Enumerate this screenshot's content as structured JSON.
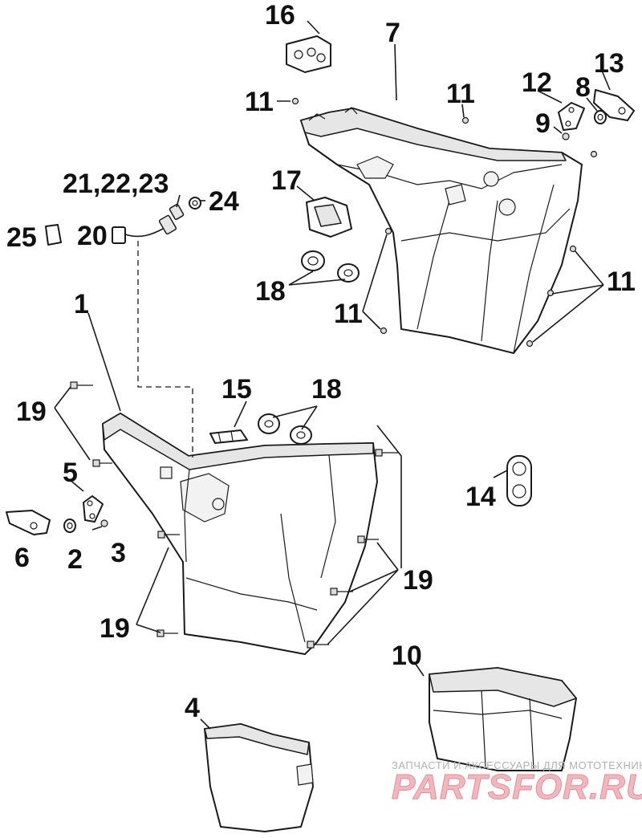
{
  "callouts": [
    {
      "id": "c1",
      "text": "1"
    },
    {
      "id": "c2",
      "text": "2"
    },
    {
      "id": "c3",
      "text": "3"
    },
    {
      "id": "c4",
      "text": "4"
    },
    {
      "id": "c5",
      "text": "5"
    },
    {
      "id": "c6",
      "text": "6"
    },
    {
      "id": "c7",
      "text": "7"
    },
    {
      "id": "c8",
      "text": "8"
    },
    {
      "id": "c9",
      "text": "9"
    },
    {
      "id": "c10",
      "text": "10"
    },
    {
      "id": "c11a",
      "text": "11"
    },
    {
      "id": "c11b",
      "text": "11"
    },
    {
      "id": "c11c",
      "text": "11"
    },
    {
      "id": "c11d",
      "text": "11"
    },
    {
      "id": "c12",
      "text": "12"
    },
    {
      "id": "c13",
      "text": "13"
    },
    {
      "id": "c14",
      "text": "14"
    },
    {
      "id": "c15",
      "text": "15"
    },
    {
      "id": "c16",
      "text": "16"
    },
    {
      "id": "c17",
      "text": "17"
    },
    {
      "id": "c18a",
      "text": "18"
    },
    {
      "id": "c18b",
      "text": "18"
    },
    {
      "id": "c19a",
      "text": "19"
    },
    {
      "id": "c19b",
      "text": "19"
    },
    {
      "id": "c19c",
      "text": "19"
    },
    {
      "id": "c20",
      "text": "20"
    },
    {
      "id": "c21",
      "text": "21,22,23"
    },
    {
      "id": "c24",
      "text": "24"
    },
    {
      "id": "c25",
      "text": "25"
    }
  ],
  "watermark": {
    "tagline": "ЗАПЧАСТИ И АКСЕССУАРЫ ДЛЯ МОТОТЕХНИКИ",
    "brand": "PARTSFOR.RU"
  }
}
